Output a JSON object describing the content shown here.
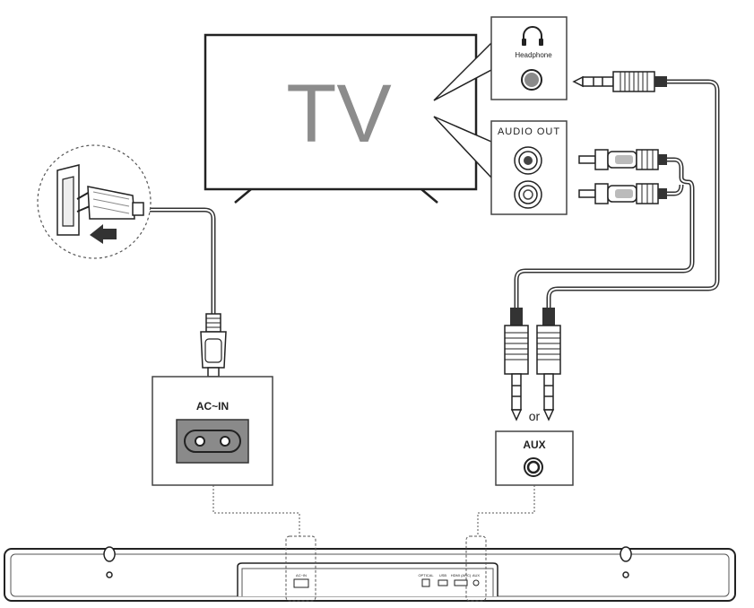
{
  "tv": {
    "label": "TV"
  },
  "headphone_panel": {
    "label": "Headphone",
    "icon": "headphone-icon"
  },
  "audio_out_panel": {
    "label": "AUDIO OUT"
  },
  "ac_in_panel": {
    "label": "AC~IN"
  },
  "aux_panel": {
    "label": "AUX"
  },
  "connector_choice": {
    "label": "or"
  },
  "soundbar_ports": {
    "ac_in": "AC~IN",
    "optical": "OPTICAL",
    "usb": "USB",
    "hdmi": "HDMI (ARC)",
    "aux": "AUX"
  },
  "colors": {
    "line": "#333333",
    "panel_border": "#555555",
    "port_gray": "#8a8a8a",
    "tv_text": "#8c8c8c"
  }
}
